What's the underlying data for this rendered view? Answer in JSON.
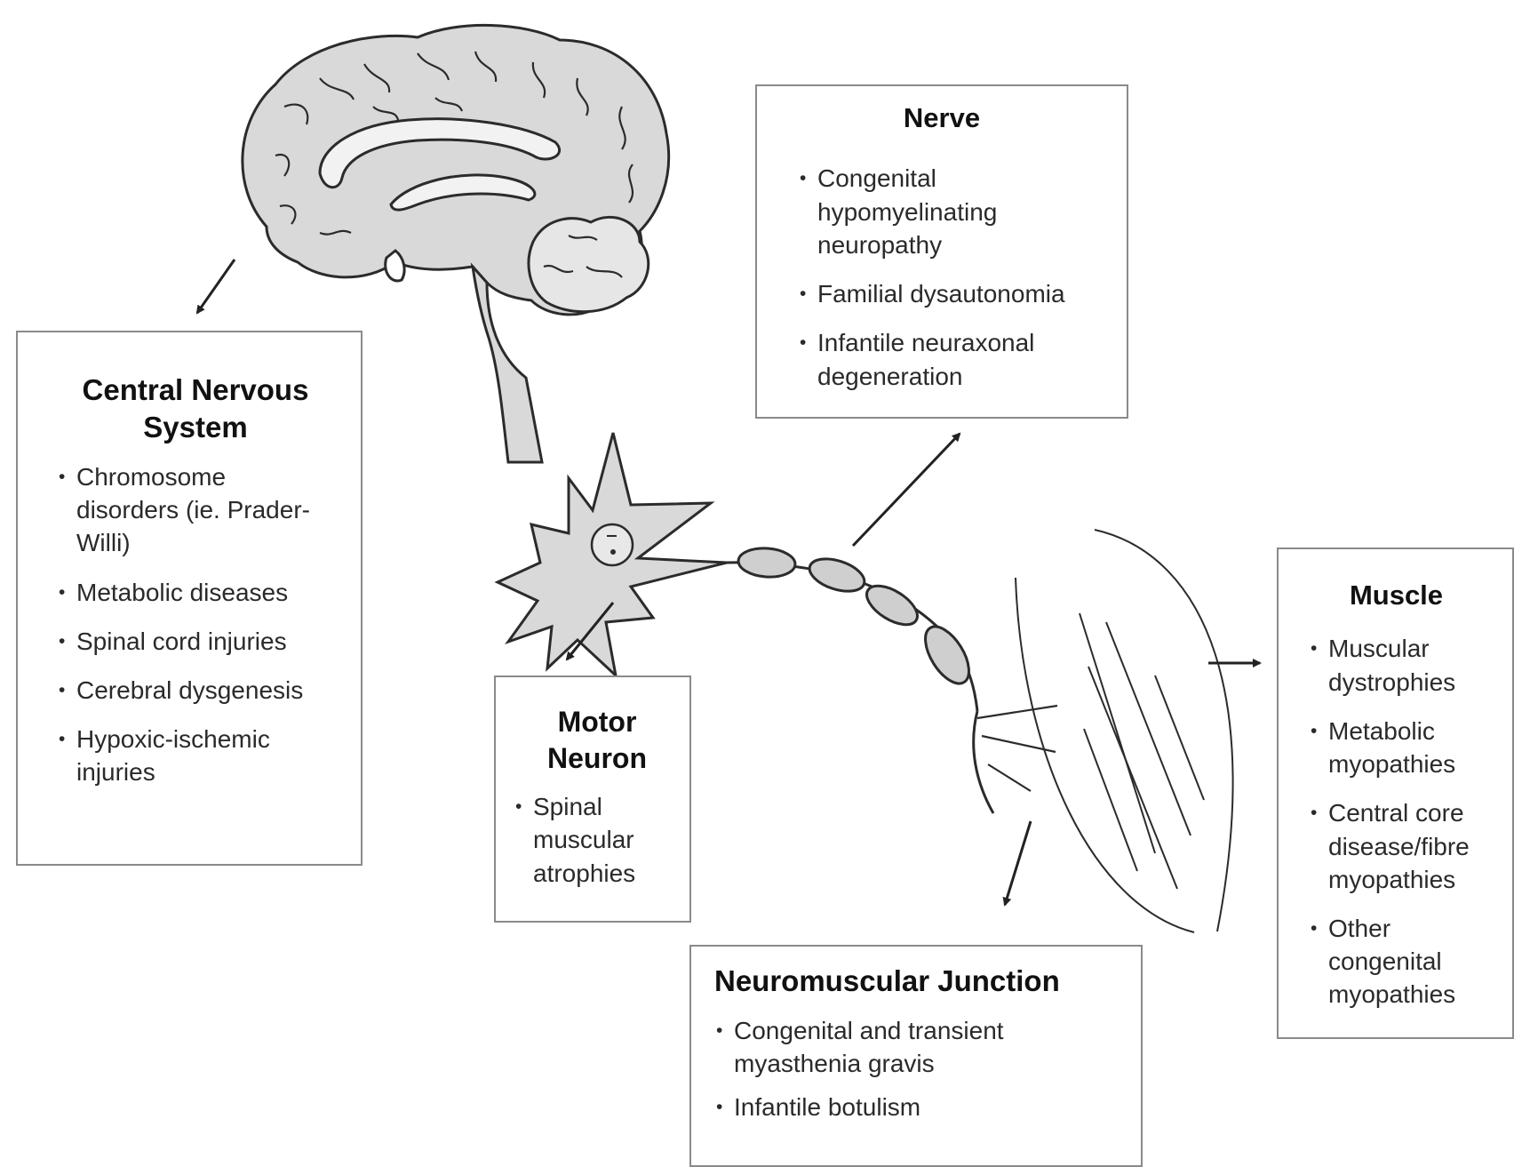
{
  "boxes": {
    "cns": {
      "title": "Central Nervous System",
      "items": [
        "Chromosome disorders (ie. Prader-Willi)",
        "Metabolic diseases",
        "Spinal cord injuries",
        "Cerebral dysgenesis",
        "Hypoxic-ischemic injuries"
      ]
    },
    "nerve": {
      "title": "Nerve",
      "items": [
        "Congenital hypomyelinating neuropathy",
        "Familial dysautonomia",
        "Infantile neuraxonal degeneration"
      ]
    },
    "motor": {
      "title": "Motor Neuron",
      "items": [
        "Spinal muscular atrophies"
      ]
    },
    "nmj": {
      "title": "Neuromuscular Junction",
      "items": [
        "Congenital and transient myasthenia gravis",
        "Infantile botulism"
      ]
    },
    "muscle": {
      "title": "Muscle",
      "items": [
        "Muscular dystrophies",
        "Metabolic myopathies",
        "Central core disease/fibre myopathies",
        "Other congenital myopathies"
      ]
    }
  },
  "colors": {
    "outline": "#2b2b2b",
    "fill": "#d9d9d9",
    "box_border": "#8a8a8a"
  }
}
